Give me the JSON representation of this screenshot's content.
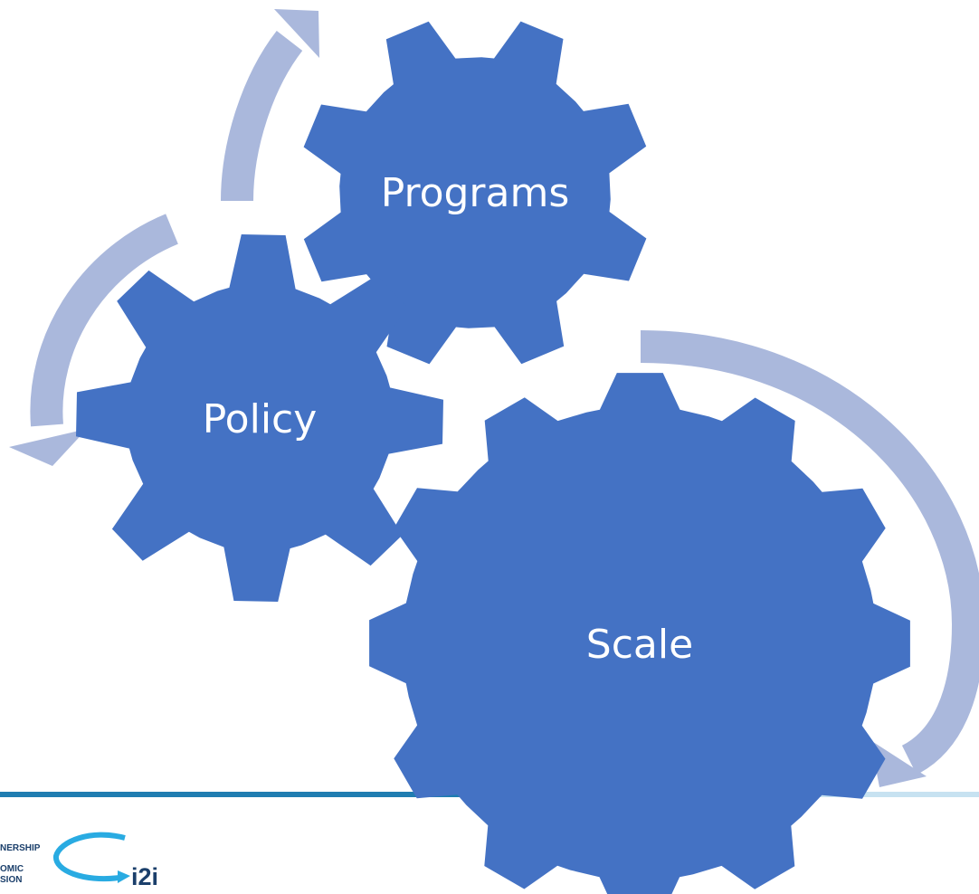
{
  "gears": {
    "programs": {
      "label": "Programs"
    },
    "policy": {
      "label": "Policy"
    },
    "scale": {
      "label": "Scale"
    }
  },
  "colors": {
    "gear": "#4472c4",
    "arrow": "#aab8dc",
    "footer_line_dark": "#1f7db1",
    "footer_line_light": "#c7e2f1",
    "logo_teal": "#29abe2",
    "logo_navy": "#1b3f6b"
  },
  "footer": {
    "logo_left_lines": [
      "NERSHIP",
      "OMIC",
      "SION"
    ],
    "logo_right_text": "i2i"
  }
}
